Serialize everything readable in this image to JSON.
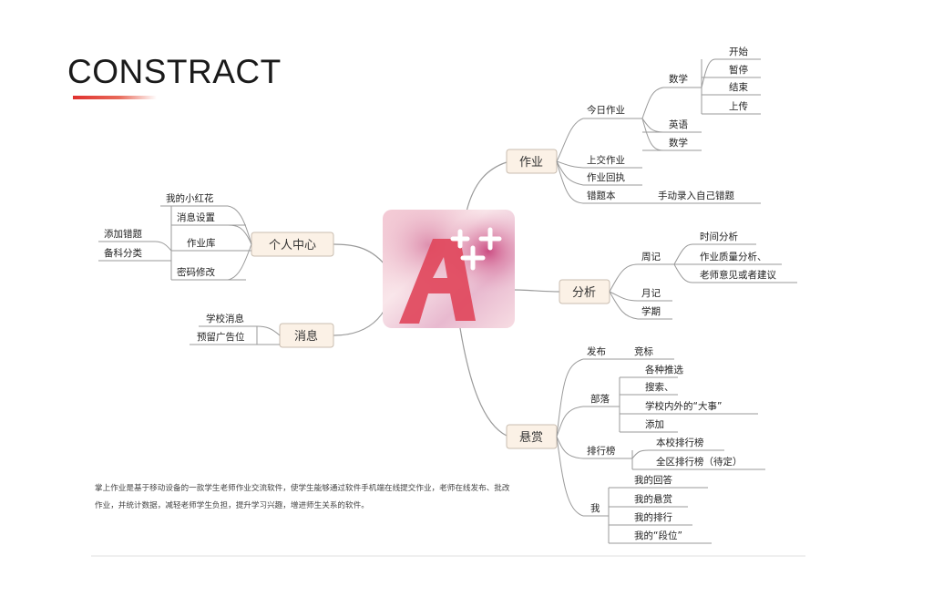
{
  "header": {
    "title": "CONSTRACT"
  },
  "center": {
    "logo": "a-plus-plus-logo"
  },
  "nodes": {
    "homework": {
      "label": "作业",
      "today": "今日作业",
      "math": "数学",
      "math_items": [
        "开始",
        "暂停",
        "结束",
        "上传"
      ],
      "english": "英语",
      "math2": "数学",
      "submitted": "上交作业",
      "feedback": "作业回执",
      "mistakes": "错题本",
      "mistakes_manual": "手动录入自己错题"
    },
    "analysis": {
      "label": "分析",
      "weekly": "周记",
      "weekly_items": [
        "时间分析",
        "作业质量分析、",
        "老师意见或者建议"
      ],
      "monthly": "月记",
      "term": "学期"
    },
    "reward": {
      "label": "悬赏",
      "publish": "发布",
      "target": "竞标",
      "tribe": "部落",
      "tribe_items": [
        "各种推选",
        "搜索、",
        "学校内外的“大事”",
        "添加"
      ],
      "ranking": "排行榜",
      "ranking_items": [
        "本校排行榜",
        "全区排行榜（待定）"
      ],
      "me": "我",
      "me_items": [
        "我的回答",
        "我的悬赏",
        "我的排行",
        "我的“段位”"
      ]
    },
    "personal": {
      "label": "个人中心",
      "flowers": "我的小红花",
      "msg_settings": "消息设置",
      "library": "作业库",
      "add_mistakes": "添加错题",
      "categories": "备科分类",
      "password": "密码修改"
    },
    "message": {
      "label": "消息",
      "school": "学校消息",
      "ads": "预留广告位"
    }
  },
  "description": {
    "line1": "掌上作业是基于移动设备的一款学生老师作业交流软件，使学生能够通过软件手机端在线提交作业，老师在线发布、批改",
    "line2": "作业，并统计数据，减轻老师学生负担，提升学习兴趣，增进师生关系的软件。"
  },
  "colors": {
    "accent": "#e0302e",
    "node_fill": "#fbf1e6",
    "line": "#9a9a9a"
  }
}
